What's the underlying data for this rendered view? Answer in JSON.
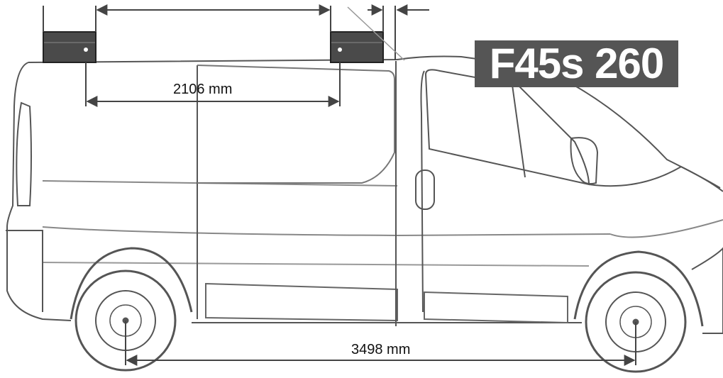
{
  "model_badge": {
    "text": "F45s 260",
    "background": "#555555",
    "color": "#ffffff"
  },
  "dimensions": {
    "bracket_spacing": "2106 mm",
    "wheelbase": "3498 mm"
  },
  "colors": {
    "line": "#444444",
    "rail_block": "#4a4a4a",
    "background": "#ffffff"
  },
  "icons": {
    "rail_block": "roof-rail-foot",
    "arrow": "dimension-arrow",
    "vehicle": "van-side-outline"
  }
}
